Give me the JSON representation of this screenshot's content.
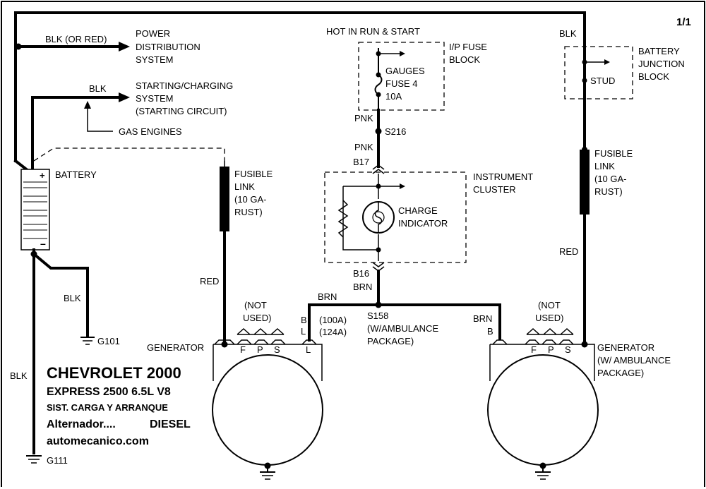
{
  "page_ref": "1/1",
  "labels": {
    "blk_or_red": "BLK (OR RED)",
    "power_dist_1": "POWER",
    "power_dist_2": "DISTRIBUTION",
    "power_dist_3": "SYSTEM",
    "blk_start": "BLK",
    "starting_1": "STARTING/CHARGING",
    "starting_2": "SYSTEM",
    "starting_3": "(STARTING CIRCUIT)",
    "gas_engines": "GAS ENGINES",
    "battery": "BATTERY",
    "battery_plus": "+",
    "battery_minus": "–",
    "blk_g101": "BLK",
    "g101": "G101",
    "blk_left": "BLK",
    "g111": "G111",
    "hot_in_run": "HOT IN RUN & START",
    "ip_fuse_1": "I/P FUSE",
    "ip_fuse_2": "BLOCK",
    "gauges": "GAUGES",
    "fuse4": "FUSE 4",
    "fuse_amp": "10A",
    "pnk_top": "PNK",
    "s216": "S216",
    "pnk_bottom": "PNK",
    "b17": "B17",
    "cluster_1": "INSTRUMENT",
    "cluster_2": "CLUSTER",
    "charge_1": "CHARGE",
    "charge_2": "INDICATOR",
    "b16": "B16",
    "brn_mid": "BRN",
    "brn_left": "BRN",
    "brn_right": "BRN",
    "s158": "S158",
    "ambulance_1": "(W/AMBULANCE",
    "ambulance_2": "PACKAGE)",
    "b_letter": "B",
    "l_letter": "L",
    "a100": "(100A)",
    "a124": "(124A)",
    "fusible_left_1": "FUSIBLE",
    "fusible_left_2": "LINK",
    "fusible_left_3": "(10 GA-",
    "fusible_left_4": "RUST)",
    "red_left": "RED",
    "not_used_left_1": "(NOT",
    "not_used_left_2": "USED)",
    "generator_left": "GENERATOR",
    "term_f_left": "F",
    "term_p_left": "P",
    "term_s_left": "S",
    "term_l_left": "L",
    "blk_right": "BLK",
    "battery_jb_1": "BATTERY",
    "battery_jb_2": "JUNCTION",
    "battery_jb_3": "BLOCK",
    "stud": "STUD",
    "fusible_right_1": "FUSIBLE",
    "fusible_right_2": "LINK",
    "fusible_right_3": "(10 GA-",
    "fusible_right_4": "RUST)",
    "red_right": "RED",
    "not_used_right_1": "(NOT",
    "not_used_right_2": "USED)",
    "b_right": "B",
    "term_f_right": "F",
    "term_p_right": "P",
    "term_s_right": "S",
    "generator_right_1": "GENERATOR",
    "generator_right_2": "(W/ AMBULANCE",
    "generator_right_3": "PACKAGE)"
  },
  "title_block": {
    "line1": "CHEVROLET 2000",
    "line2": "EXPRESS 2500  6.5L  V8",
    "line3": "SIST. CARGA Y ARRANQUE",
    "line4a": "Alternador....",
    "line4b": "DIESEL",
    "line5": "automecanico.com"
  }
}
